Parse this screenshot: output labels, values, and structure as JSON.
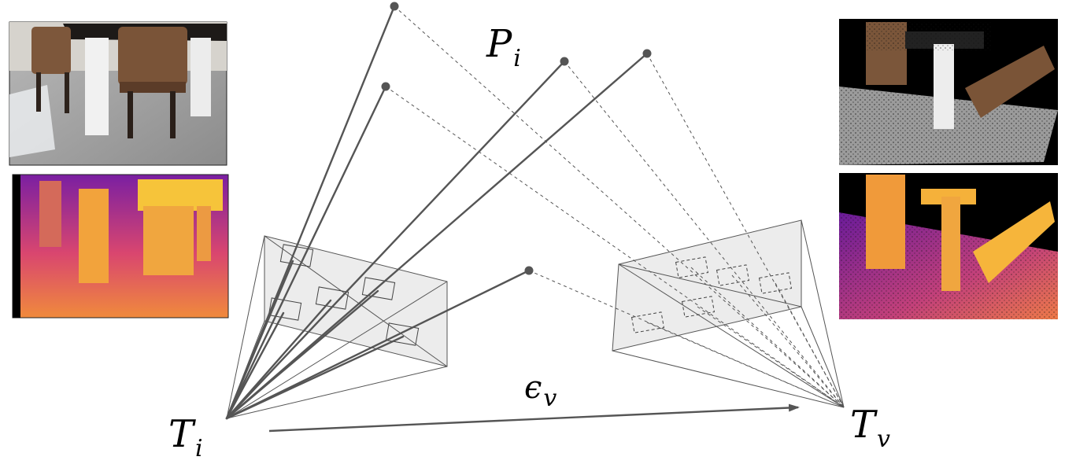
{
  "labels": {
    "point": {
      "main": "P",
      "sub": "i"
    },
    "source_pose": {
      "main": "T",
      "sub": "i"
    },
    "virtual_pose": {
      "main": "T",
      "sub": "v"
    },
    "perturbation": {
      "main": "ϵ",
      "sub": "v"
    }
  },
  "images": {
    "source_rgb": "source-rgb-photo",
    "source_depth": "source-depth-map",
    "virtual_rgb": "virtual-rgb-point-render",
    "virtual_depth": "virtual-depth-point-render"
  },
  "colors": {
    "line": "#555555",
    "frame_fill": "#ececec",
    "frame_stroke": "#555555",
    "point": "#555555"
  }
}
